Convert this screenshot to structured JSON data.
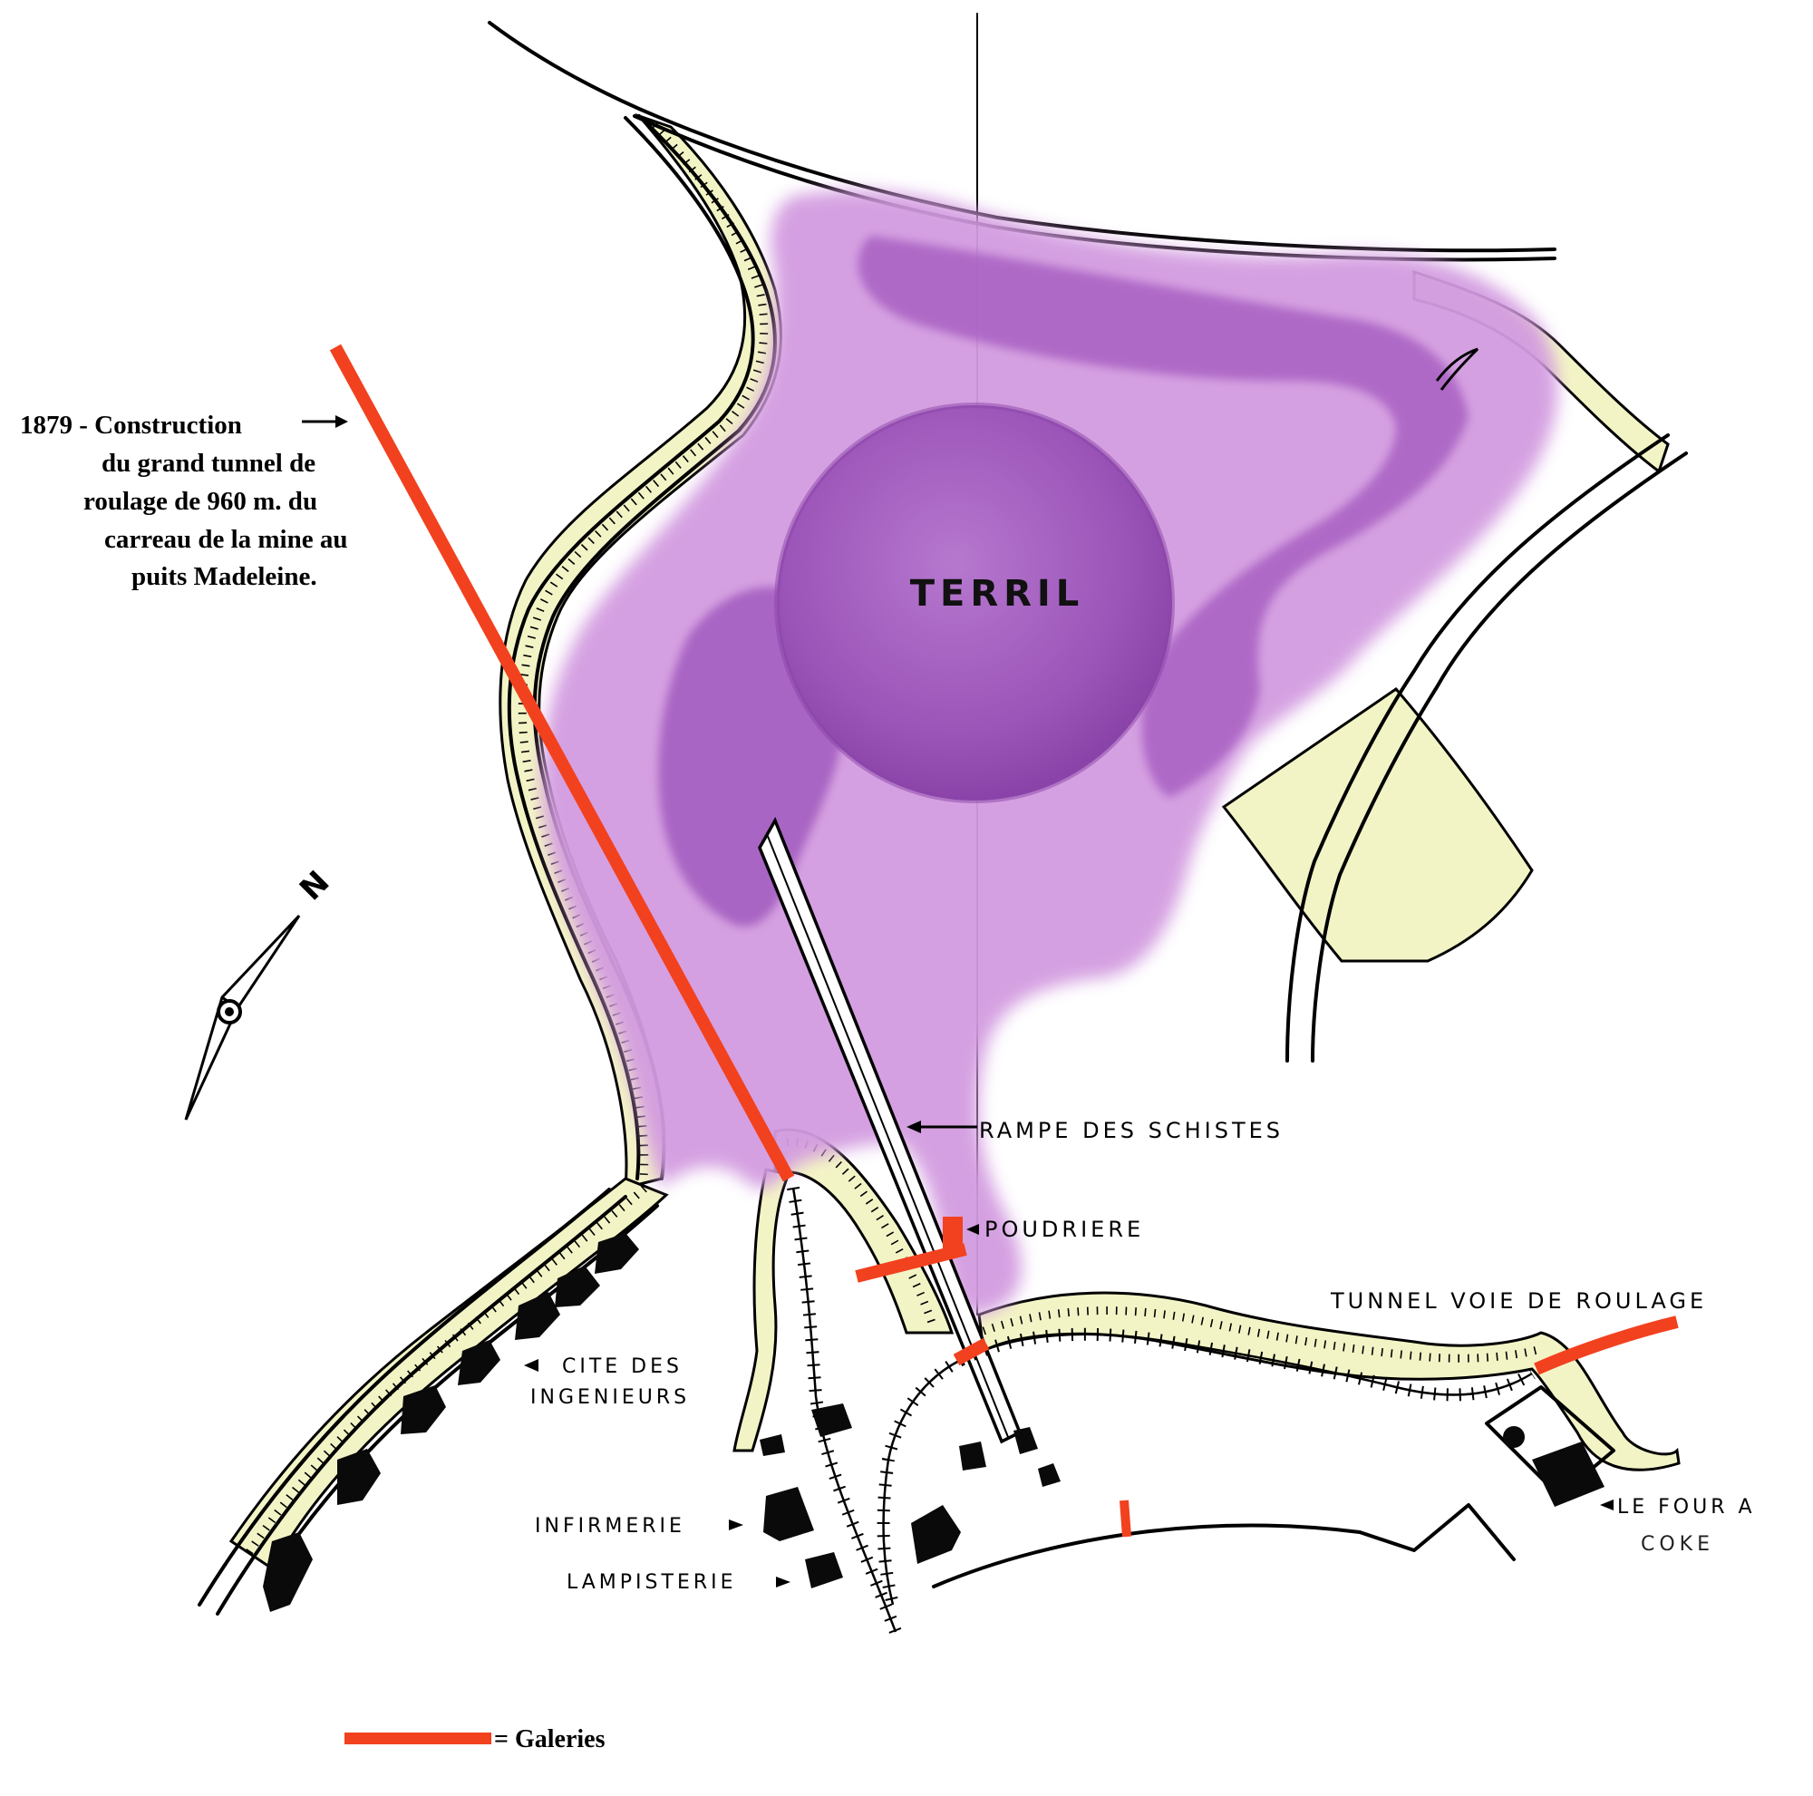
{
  "map": {
    "main_label": "TERRIL",
    "annotation_1879": {
      "lines": [
        "1879 - Construction",
        "du grand tunnel de",
        "roulage de 960 m. du",
        "carreau de la mine au",
        "puits Madeleine."
      ]
    },
    "labels": {
      "rampe": "RAMPE DES SCHISTES",
      "poudriere": "POUDRIERE",
      "tunnel": "TUNNEL VOIE DE ROULAGE",
      "cite_line1": "CITE DES",
      "cite_line2": "INGENIEURS",
      "infirmerie": "INFIRMERIE",
      "lampisterie": "LAMPISTERIE",
      "four_line1": "LE FOUR A",
      "four_line2": "COKE"
    },
    "north_label": "N",
    "legend": {
      "text": "= Galeries",
      "swatch_color": "#f2411f"
    },
    "colors": {
      "terril_light": "#d8a2e0",
      "terril_dark": "#9a4fb6",
      "embankment": "#f3f4c6",
      "gallery": "#f2411f"
    }
  }
}
